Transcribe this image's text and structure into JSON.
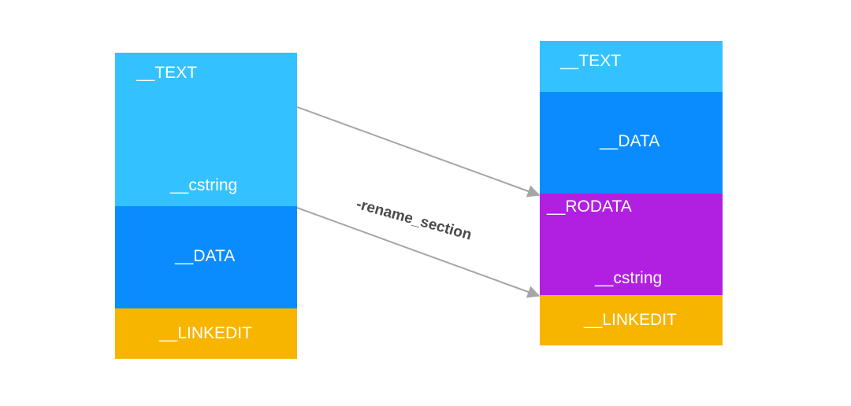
{
  "left_segment": {
    "text_label": "__TEXT",
    "cstring_label": "__cstring",
    "data_label": "__DATA",
    "linkedit_label": "__LINKEDIT"
  },
  "right_segment": {
    "text_label": "__TEXT",
    "data_label": "__DATA",
    "rodata_label": "__RODATA",
    "cstring_label": "__cstring",
    "linkedit_label": "__LINKEDIT"
  },
  "arrow_label": "-rename_section",
  "colors": {
    "text": "#33c2ff",
    "data": "#0a8cff",
    "rodata": "#b11fe0",
    "linkedit": "#f7b500",
    "arrow": "#a6a6a6"
  }
}
